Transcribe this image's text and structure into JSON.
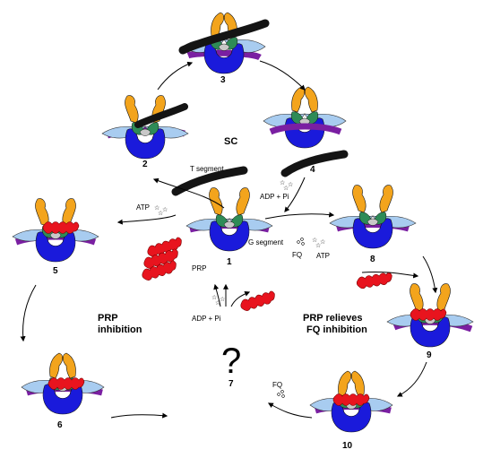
{
  "states": {
    "s1": "1",
    "s2": "2",
    "s3": "3",
    "s4": "4",
    "s5": "5",
    "s6": "6",
    "s7": "7",
    "s8": "8",
    "s9": "9",
    "s10": "10"
  },
  "labels": {
    "sc": "SC",
    "t_segment": "T segment",
    "g_segment": "G segment",
    "atp_left": "ATP",
    "adp_pi_top": "ADP + Pi",
    "fq_mid": "FQ",
    "atp_mid": "ATP",
    "prp_left": "PRP",
    "adp_pi_mid": "ADP + Pi",
    "fq_bottom": "FQ",
    "question": "?",
    "prp_inhibition_1": "PRP",
    "prp_inhibition_2": "inhibition",
    "prp_relieves_1": "PRP relieves",
    "prp_relieves_2": "FQ inhibition"
  },
  "colors": {
    "blue_domain": "#1a1adb",
    "orange_domain": "#f3a41c",
    "green_domain": "#2e8b57",
    "light_blue_domain": "#a8ccf0",
    "purple_strand": "#7a1fa2",
    "prp_red": "#e8141e",
    "t_segment": "#141414",
    "grey_core": "#c8c8c8"
  }
}
